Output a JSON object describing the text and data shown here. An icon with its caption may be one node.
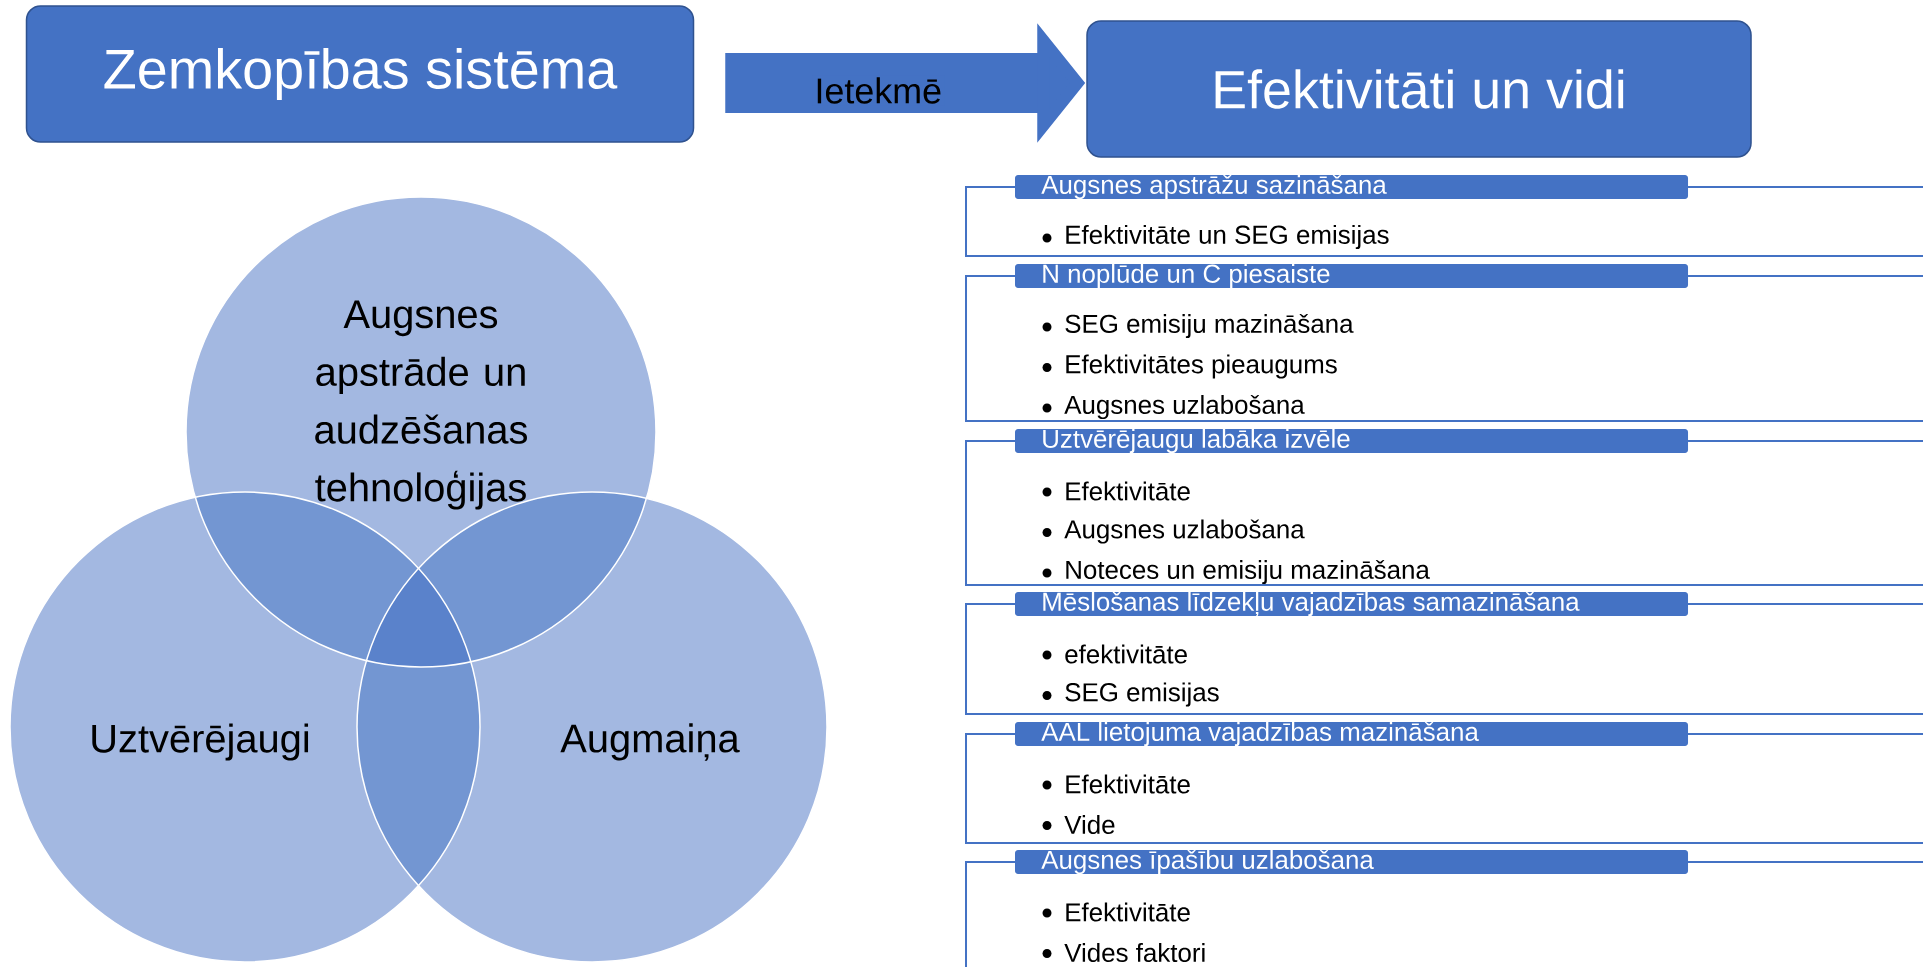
{
  "diagram": {
    "nodes": [
      {
        "text": [
          "Zemkopības sistēma"
        ]
      },
      {
        "text": [
          "Efektivitāti un vidi"
        ]
      },
      {
        "text": [
          "Augsnes apstrāde un audzēšanas tehnoloģijas"
        ]
      },
      {
        "text": [
          "Uztvērējaugi"
        ]
      },
      {
        "text": [
          "Augmaiņa"
        ]
      },
      {
        "text": [
          "Efektivitāte un SEG emisijas"
        ]
      },
      {
        "text": [
          "Augsnes apstrāžu sazināšana"
        ]
      },
      {
        "text": [
          "SEG emisiju mazināšana",
          "Efektivitātes pieaugums",
          "Augsnes uzlabošana"
        ]
      },
      {
        "text": [
          "N noplūde un C piesaiste"
        ]
      },
      {
        "text": [
          "Efektivitāte",
          "Augsnes uzlabošana",
          "Noteces un emisiju mazināšana"
        ]
      },
      {
        "text": [
          "Uztvērējaugu labāka izvēle"
        ]
      },
      {
        "text": [
          "efektivitāte",
          "SEG emisijas"
        ]
      },
      {
        "text": [
          "Mēslošanas līdzekļu vajadzības samazināšana"
        ]
      },
      {
        "text": [
          "Efektivitāte",
          "Vide"
        ]
      },
      {
        "text": [
          "AAL lietojuma vajadzības mazināšana"
        ]
      },
      {
        "text": [
          "Efektivitāte",
          "Vides faktori"
        ]
      },
      {
        "text": [
          "Augsnes īpašību uzlabošana"
        ]
      }
    ],
    "edges": [
      {
        "from": 0,
        "to": 1,
        "arrow": "to",
        "label": "Ietekmē"
      }
    ]
  }
}
